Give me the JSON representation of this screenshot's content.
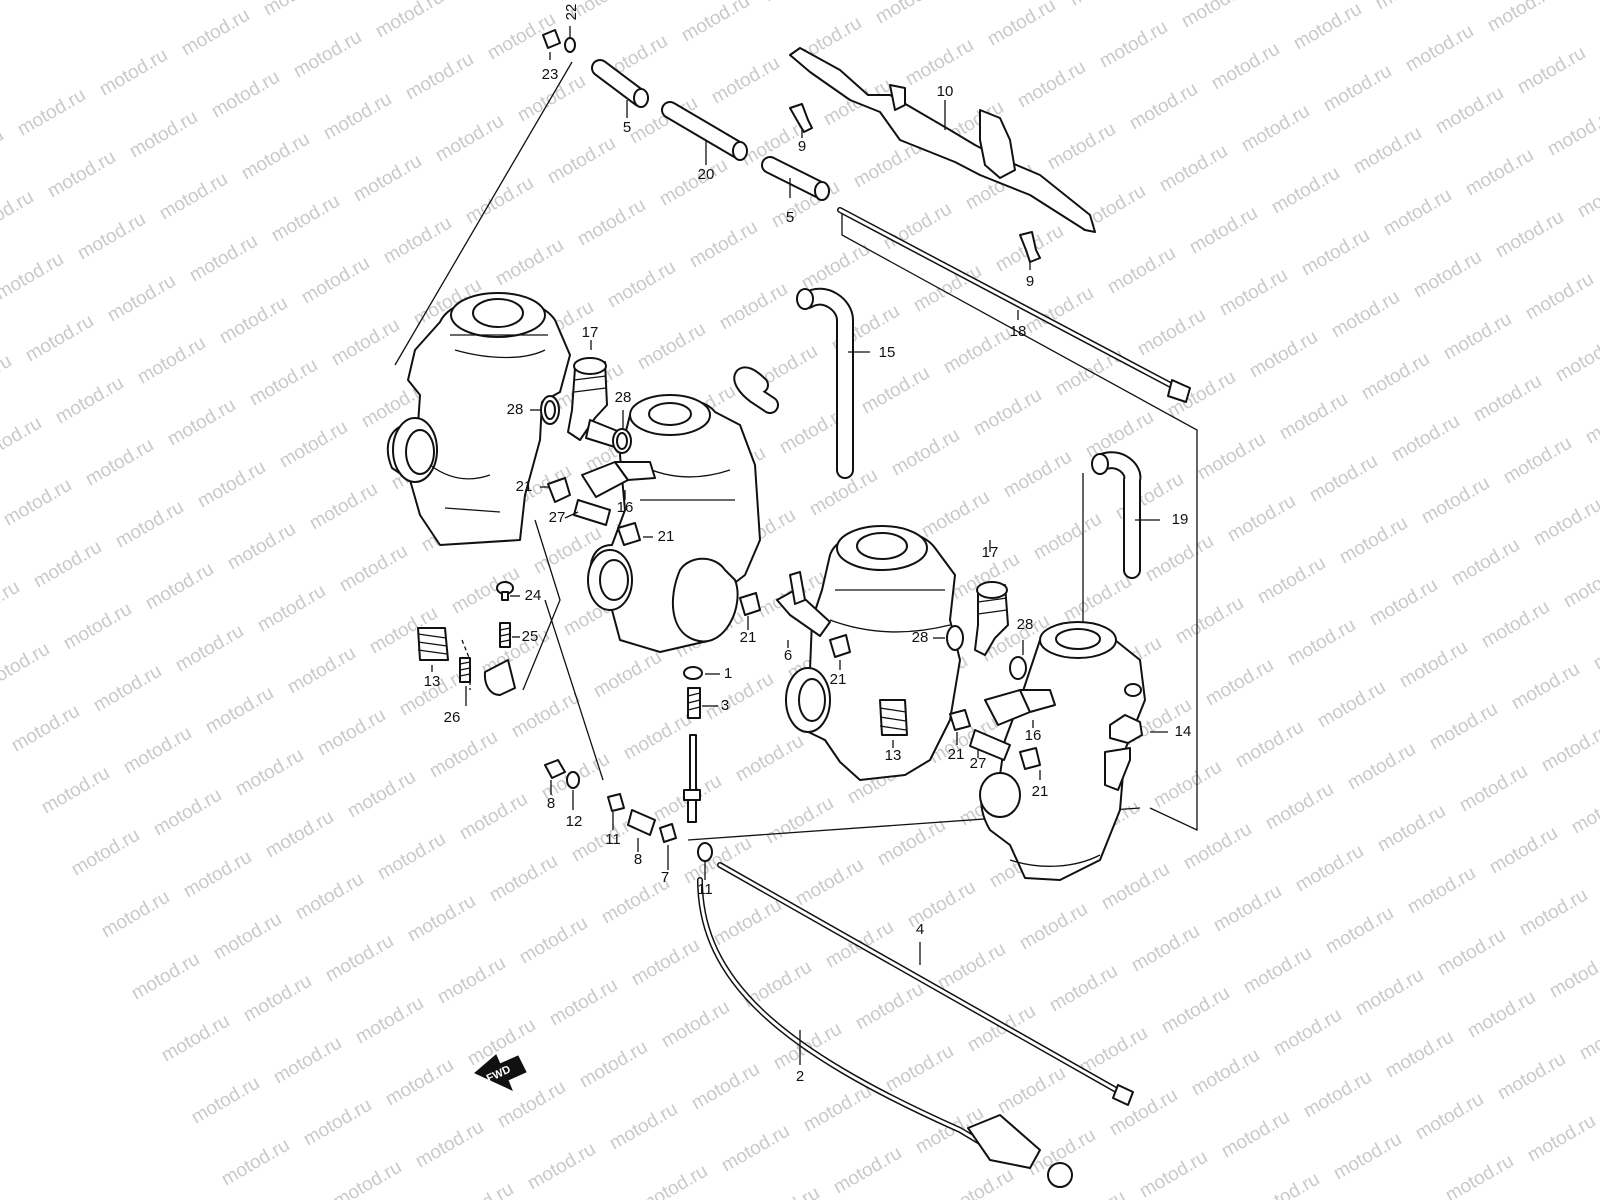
{
  "watermark": "motod.ru",
  "fwd_label": "FWD",
  "callouts": [
    {
      "id": "c22",
      "text": "22"
    },
    {
      "id": "c23",
      "text": "23"
    },
    {
      "id": "c5a",
      "text": "5"
    },
    {
      "id": "c20",
      "text": "20"
    },
    {
      "id": "c5b",
      "text": "5"
    },
    {
      "id": "c9a",
      "text": "9"
    },
    {
      "id": "c10",
      "text": "10"
    },
    {
      "id": "c9b",
      "text": "9"
    },
    {
      "id": "c18",
      "text": "18"
    },
    {
      "id": "c15",
      "text": "15"
    },
    {
      "id": "c17a",
      "text": "17"
    },
    {
      "id": "c28a",
      "text": "28"
    },
    {
      "id": "c28b",
      "text": "28"
    },
    {
      "id": "c21a",
      "text": "21"
    },
    {
      "id": "c16a",
      "text": "16"
    },
    {
      "id": "c27a",
      "text": "27"
    },
    {
      "id": "c21b",
      "text": "21"
    },
    {
      "id": "c19",
      "text": "19"
    },
    {
      "id": "c24",
      "text": "24"
    },
    {
      "id": "c25",
      "text": "25"
    },
    {
      "id": "c13a",
      "text": "13"
    },
    {
      "id": "c26",
      "text": "26"
    },
    {
      "id": "c21c",
      "text": "21"
    },
    {
      "id": "c6",
      "text": "6"
    },
    {
      "id": "c21d",
      "text": "21"
    },
    {
      "id": "c17b",
      "text": "17"
    },
    {
      "id": "c28c",
      "text": "28"
    },
    {
      "id": "c28d",
      "text": "28"
    },
    {
      "id": "c1",
      "text": "1"
    },
    {
      "id": "c3",
      "text": "3"
    },
    {
      "id": "c13b",
      "text": "13"
    },
    {
      "id": "c16b",
      "text": "16"
    },
    {
      "id": "c14",
      "text": "14"
    },
    {
      "id": "c21e",
      "text": "21"
    },
    {
      "id": "c27b",
      "text": "27"
    },
    {
      "id": "c21f",
      "text": "21"
    },
    {
      "id": "c8a",
      "text": "8"
    },
    {
      "id": "c12",
      "text": "12"
    },
    {
      "id": "c11a",
      "text": "11"
    },
    {
      "id": "c8b",
      "text": "8"
    },
    {
      "id": "c7",
      "text": "7"
    },
    {
      "id": "c11b",
      "text": "11"
    },
    {
      "id": "c4",
      "text": "4"
    },
    {
      "id": "c2",
      "text": "2"
    }
  ]
}
